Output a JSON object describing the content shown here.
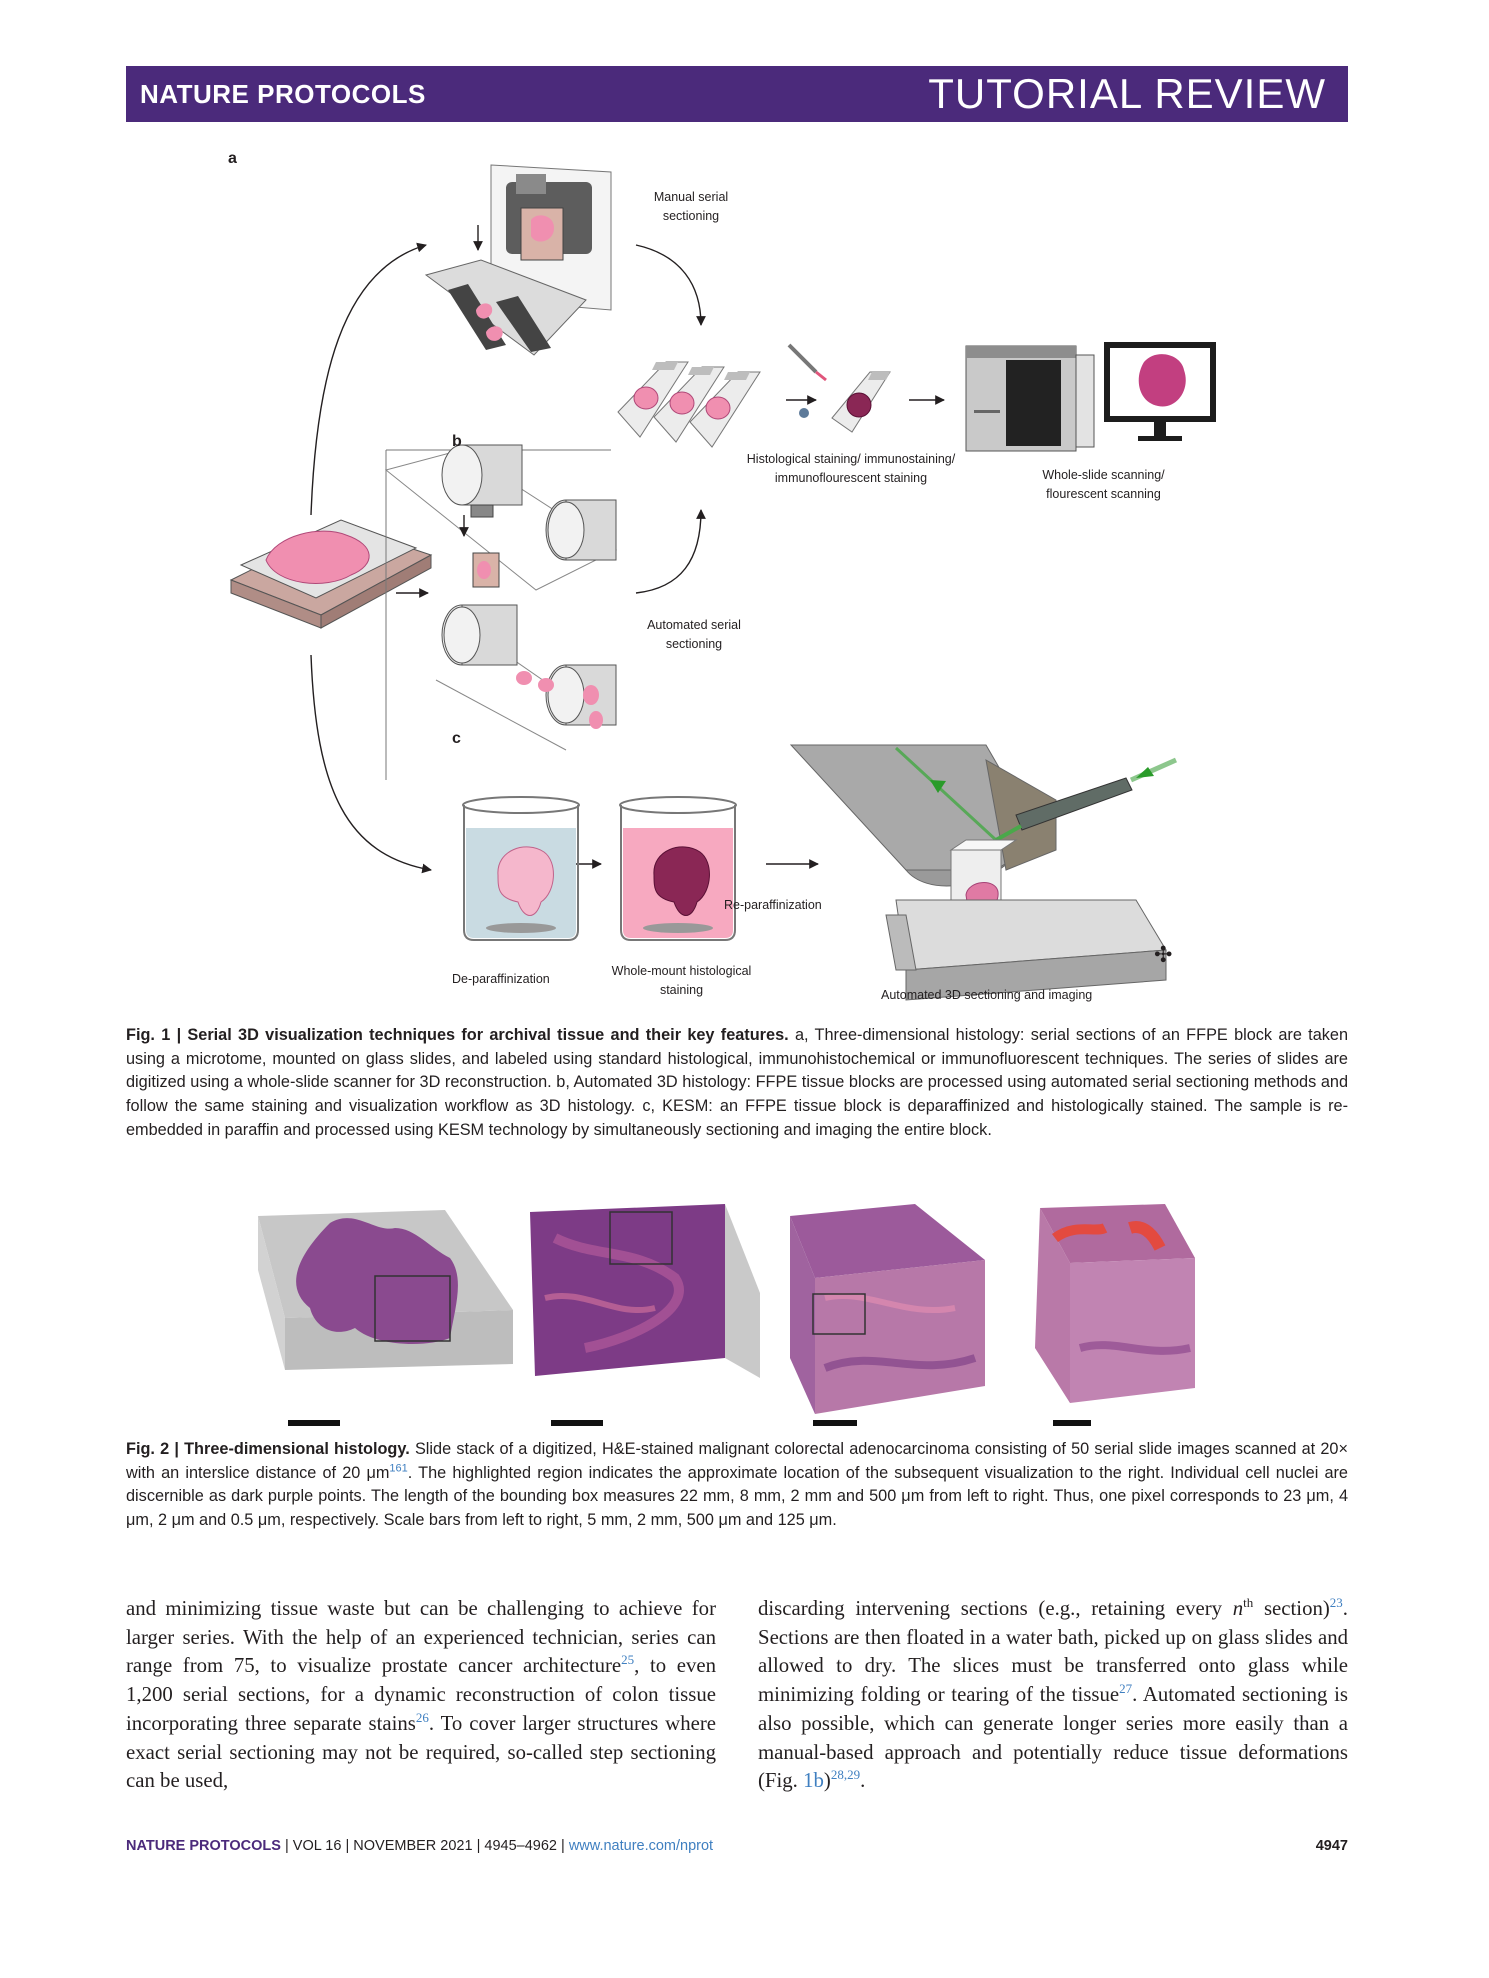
{
  "header": {
    "journal": "NATURE PROTOCOLS",
    "section": "TUTORIAL REVIEW"
  },
  "fig1": {
    "panels": {
      "a": "a",
      "b": "b",
      "c": "c"
    },
    "labels": {
      "manual": "Manual serial sectioning",
      "staining": "Histological staining/ immunostaining/ immunoflourescent staining",
      "scanning": "Whole-slide scanning/ flourescent scanning",
      "automated": "Automated serial sectioning",
      "reparaffin": "Re-paraffinization",
      "deparaffin": "De-paraffinization",
      "wholemount": "Whole-mount histological staining",
      "kesm": "Automated 3D sectioning and imaging"
    },
    "caption": {
      "label": "Fig. 1 | Serial 3D visualization techniques for archival tissue and their key features.",
      "text": "a, Three-dimensional histology: serial sections of an FFPE block are taken using a microtome, mounted on glass slides, and labeled using standard histological, immunohistochemical or immunofluorescent techniques. The series of slides are digitized using a whole-slide scanner for 3D reconstruction. b, Automated 3D histology: FFPE tissue blocks are processed using automated serial sectioning methods and follow the same staining and visualization workflow as 3D histology. c, KESM: an FFPE tissue block is deparaffinized and histologically stained. The sample is re-embedded in paraffin and processed using KESM technology by simultaneously sectioning and imaging the entire block."
    }
  },
  "fig2": {
    "caption": {
      "label": "Fig. 2 | Three-dimensional histology.",
      "text_a": "Slide stack of a digitized, H&E-stained malignant colorectal adenocarcinoma consisting of 50 serial slide images scanned at 20× with an interslice distance of 20 μm",
      "ref": "161",
      "text_b": ". The highlighted region indicates the approximate location of the subsequent visualization to the right. Individual cell nuclei are discernible as dark purple points. The length of the bounding box measures 22 mm, 8 mm, 2 mm and 500 μm from left to right. Thus, one pixel corresponds to 23 μm, 4 μm, 2 μm and 0.5 μm, respectively. Scale bars from left to right, 5 mm, 2 mm, 500 μm and 125 μm."
    }
  },
  "body": {
    "left": {
      "t1": "and minimizing tissue waste but can be challenging to achieve for larger series. With the help of an experienced technician, series can range from 75, to visualize prostate cancer architecture",
      "r1": "25",
      "t2": ", to even 1,200 serial sections, for a dynamic reconstruction of colon tissue incorporating three separate stains",
      "r2": "26",
      "t3": ". To cover larger structures where exact serial sectioning may not be required, so-called step sectioning can be used,"
    },
    "right": {
      "t1": "discarding intervening sections (e.g., retaining every ",
      "n": "n",
      "th": "th",
      "t2": " section)",
      "r1": "23",
      "t3": ". Sections are then floated in a water bath, picked up on glass slides and allowed to dry. The slices must be transferred onto glass while minimizing folding or tearing of the tissue",
      "r2": "27",
      "t4": ". Automated sectioning is also possible, which can generate longer series more easily than a manual-based approach and potentially reduce tissue deformations (Fig. ",
      "figref": "1b",
      "t5": ")",
      "r3": "28,29",
      "t6": "."
    }
  },
  "footer": {
    "journal": "NATURE PROTOCOLS",
    "vol": "VOL 16",
    "date": "NOVEMBER 2021",
    "pages": "4945–4962",
    "url": "www.nature.com/nprot",
    "sep": "|",
    "page": "4947"
  }
}
